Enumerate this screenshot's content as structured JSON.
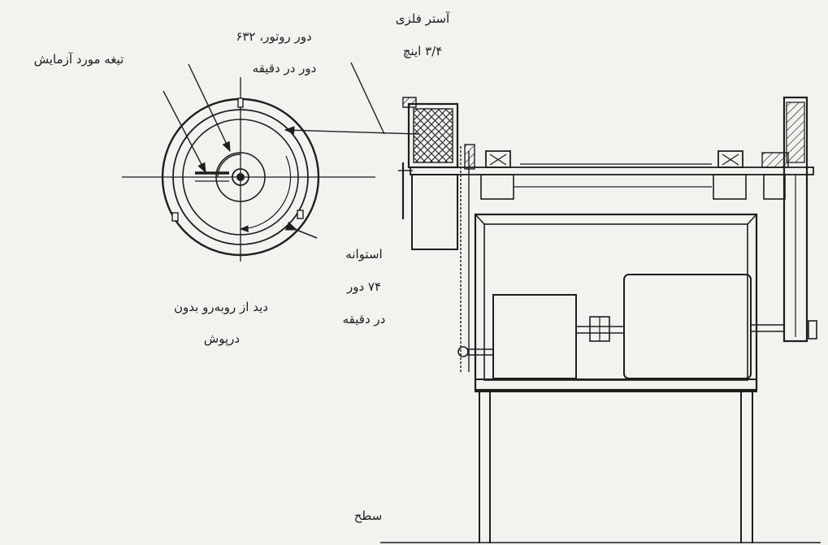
{
  "labels": {
    "test_blade": "تیغه مورد آزمایش",
    "rotor_speed_line1": "دور روتور، ۶۳۲",
    "rotor_speed_line2": "دور در دقیقه",
    "metal_liner_line1": "آستر فلزی",
    "metal_liner_line2": "۳/۴ اینچ",
    "cylinder_line1": "استوانه",
    "cylinder_line2": "۷۴ دور",
    "cylinder_line3": "در دقیقه",
    "front_view_line1": "دید از روبه‌رو بدون",
    "front_view_line2": "درپوش",
    "ground": "سطح"
  },
  "colors": {
    "line": "#1e1e1e",
    "paper": "#f3f2ee"
  }
}
